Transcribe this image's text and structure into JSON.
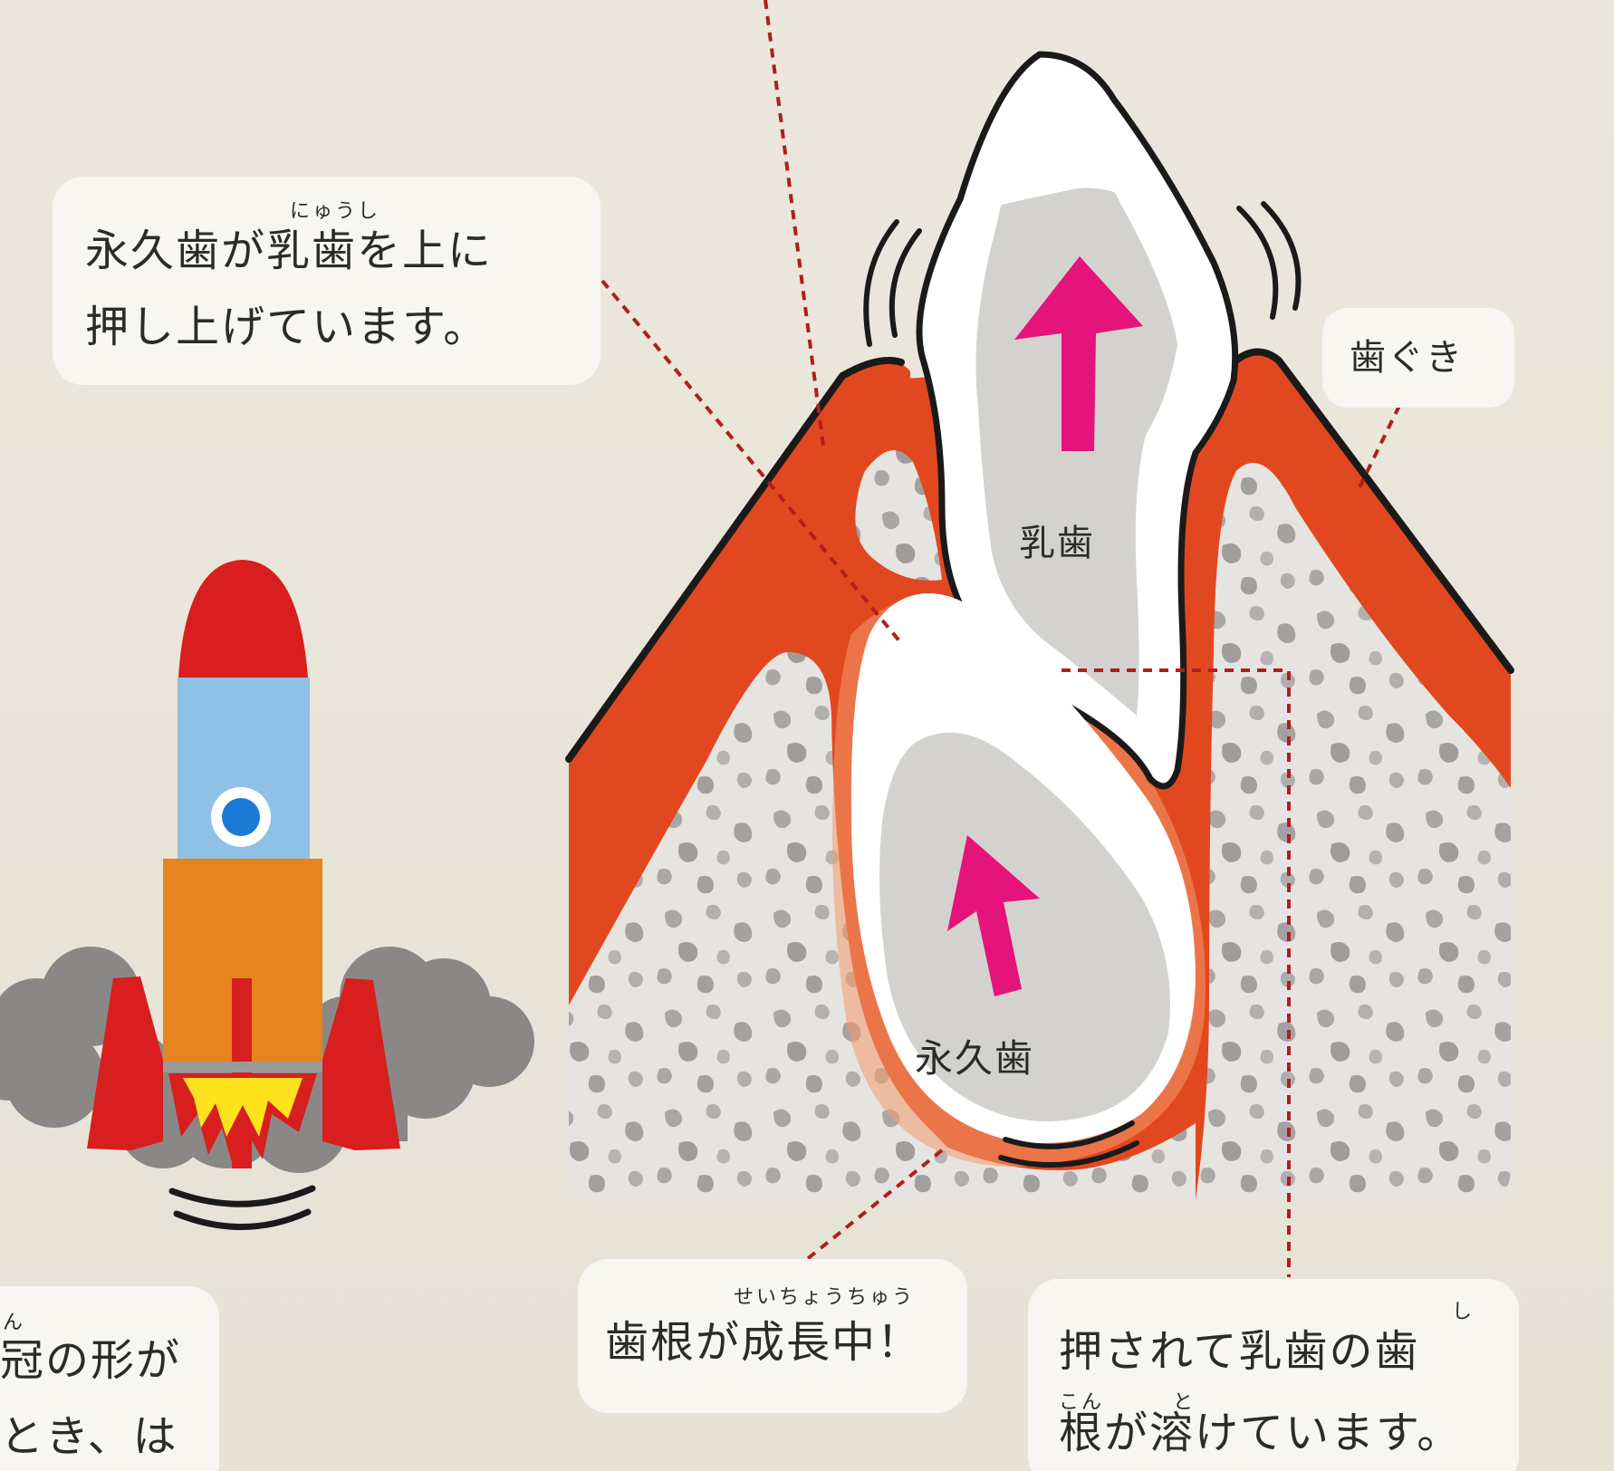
{
  "bubbles": {
    "top_left": {
      "line1": "永久歯が乳歯を上に",
      "line2": "押し上げています。",
      "ruby": "にゅうし"
    },
    "gum": {
      "label": "歯ぐき"
    },
    "root_growing": {
      "line1": "歯根が成長中！",
      "ruby": "せいちょうちゅう"
    },
    "root_dissolving": {
      "line1": "押されて乳歯の歯",
      "line2": "根が溶けています。",
      "ruby_shi": "し",
      "ruby_kon": "こん",
      "ruby_to": "と"
    },
    "cropped_left": {
      "line1": "冠の形が",
      "line2": "とき、は",
      "ruby": "かん"
    }
  },
  "labels": {
    "baby_tooth": "乳歯",
    "permanent_tooth": "永久歯"
  },
  "colors": {
    "background": "#e8e4d8",
    "bubble": "#f7f6f1",
    "gum": "#e2481f",
    "bone": "#e5e3e0",
    "tooth_enamel": "#ffffff",
    "tooth_inner": "#d3d2cf",
    "arrow": "#e5147a",
    "leader_line": "#b01e1e",
    "rocket_nose": "#d81e1e",
    "rocket_window_band": "#8fc0e6",
    "rocket_body": "#e8841e",
    "rocket_flame": "#ffe21e",
    "smoke": "#8a8886"
  },
  "icons": {
    "rocket": "rocket-illustration",
    "arrow": "arrow-up-icon"
  }
}
